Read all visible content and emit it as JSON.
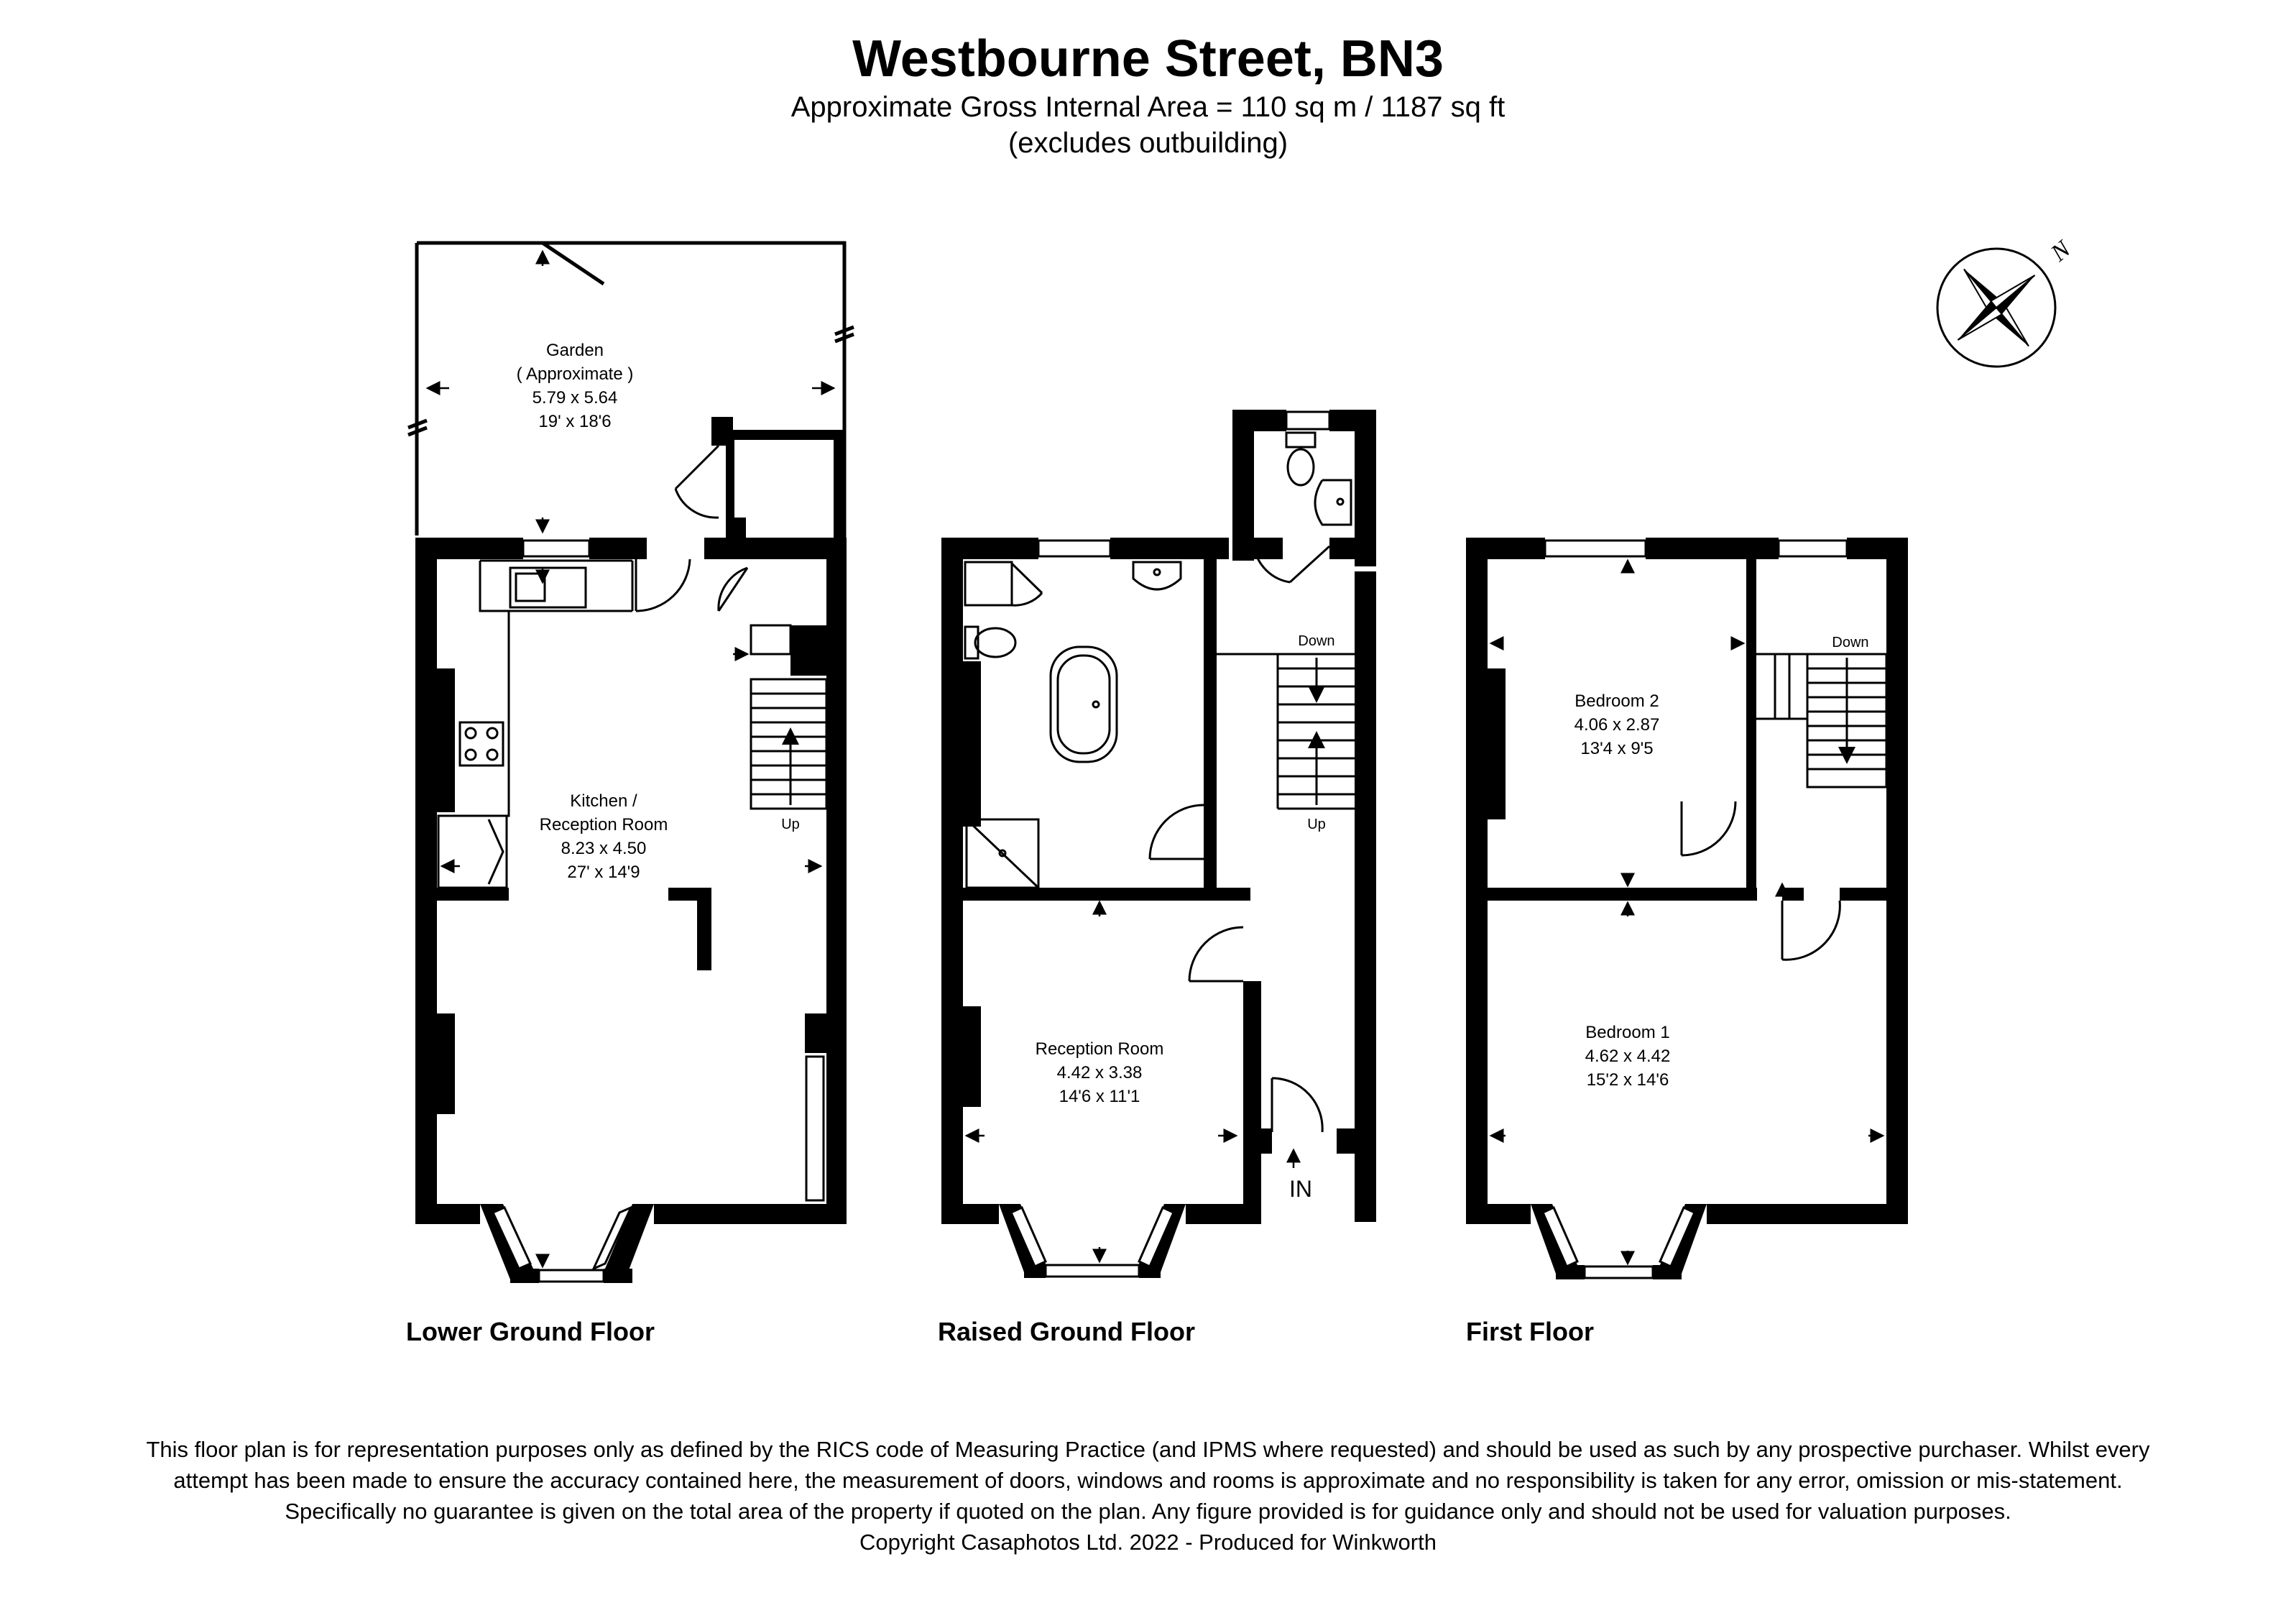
{
  "header": {
    "title": "Westbourne Street, BN3",
    "area": "Approximate Gross Internal Area = 110 sq m / 1187 sq ft",
    "note": "(excludes outbuilding)"
  },
  "compass": {
    "north_label": "N"
  },
  "rooms": {
    "garden": {
      "name": "Garden",
      "qualifier": "( Approximate )",
      "metric": "5.79 x 5.64",
      "imperial": "19' x 18'6"
    },
    "kitchen": {
      "name_line1": "Kitchen /",
      "name_line2": "Reception Room",
      "metric": "8.23 x 4.50",
      "imperial": "27' x 14'9"
    },
    "reception": {
      "name": "Reception Room",
      "metric": "4.42 x 3.38",
      "imperial": "14'6 x 11'1"
    },
    "bedroom1": {
      "name": "Bedroom 1",
      "metric": "4.62 x 4.42",
      "imperial": "15'2 x 14'6"
    },
    "bedroom2": {
      "name": "Bedroom 2",
      "metric": "4.06 x 2.87",
      "imperial": "13'4 x 9'5"
    }
  },
  "stairs": {
    "up": "Up",
    "down": "Down"
  },
  "entrance": "IN",
  "floors": {
    "lower": "Lower Ground Floor",
    "raised": "Raised Ground Floor",
    "first": "First Floor"
  },
  "footer": {
    "disclaimer": "This floor plan is for representation purposes only as defined by the RICS code of Measuring Practice (and IPMS where requested) and should be used as such by any prospective purchaser. Whilst every attempt has been made to ensure the accuracy contained here, the measurement of doors, windows and rooms is approximate and no responsibility is taken for any error, omission or mis-statement. Specifically no guarantee is given on the total area of the property if quoted on the plan. Any figure provided is for guidance only and should not be used for valuation purposes.",
    "copyright": "Copyright Casaphotos Ltd. 2022 - Produced for Winkworth"
  }
}
